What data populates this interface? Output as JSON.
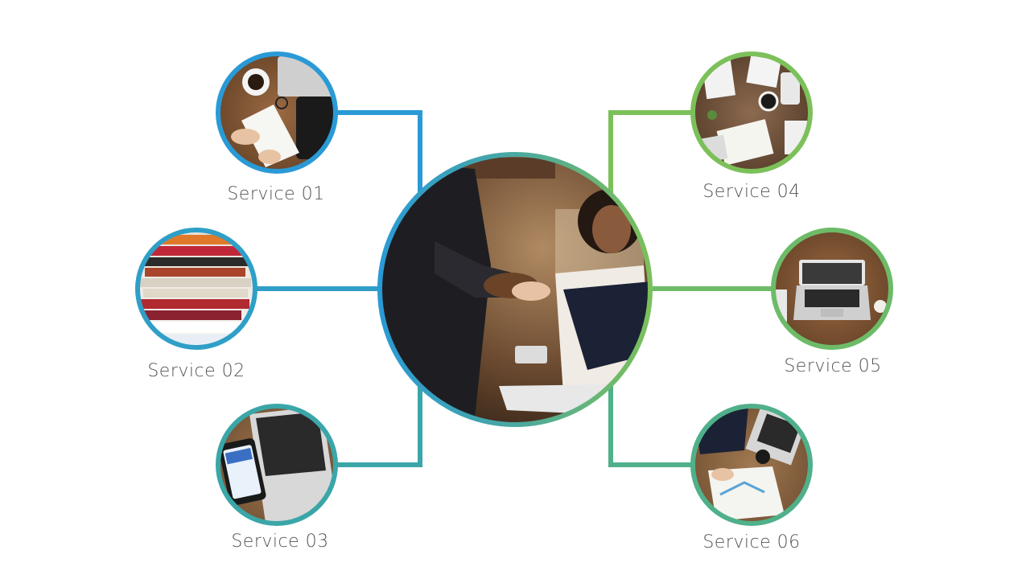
{
  "diagram": {
    "colors": {
      "blue": "#2a9ad6",
      "teal": "#3aa6a8",
      "green": "#7cc05a",
      "green_dark": "#4fb08a"
    },
    "center": {
      "name": "center-photo",
      "depicts": "handshake-photo"
    },
    "services": [
      {
        "id": "service-01",
        "label": "Service 01",
        "depicts": "desk-notebook-coffee-photo",
        "ring": "#2a9ad6"
      },
      {
        "id": "service-02",
        "label": "Service 02",
        "depicts": "book-stack-photo",
        "ring": "#2f9fc7"
      },
      {
        "id": "service-03",
        "label": "Service 03",
        "depicts": "phone-laptop-photo",
        "ring": "#3aa6a8"
      },
      {
        "id": "service-04",
        "label": "Service 04",
        "depicts": "newspaper-desk-photo",
        "ring": "#7cc05a"
      },
      {
        "id": "service-05",
        "label": "Service 05",
        "depicts": "laptop-wood-desk-photo",
        "ring": "#6dbb68"
      },
      {
        "id": "service-06",
        "label": "Service 06",
        "depicts": "meeting-documents-photo",
        "ring": "#4fb08a"
      }
    ]
  }
}
